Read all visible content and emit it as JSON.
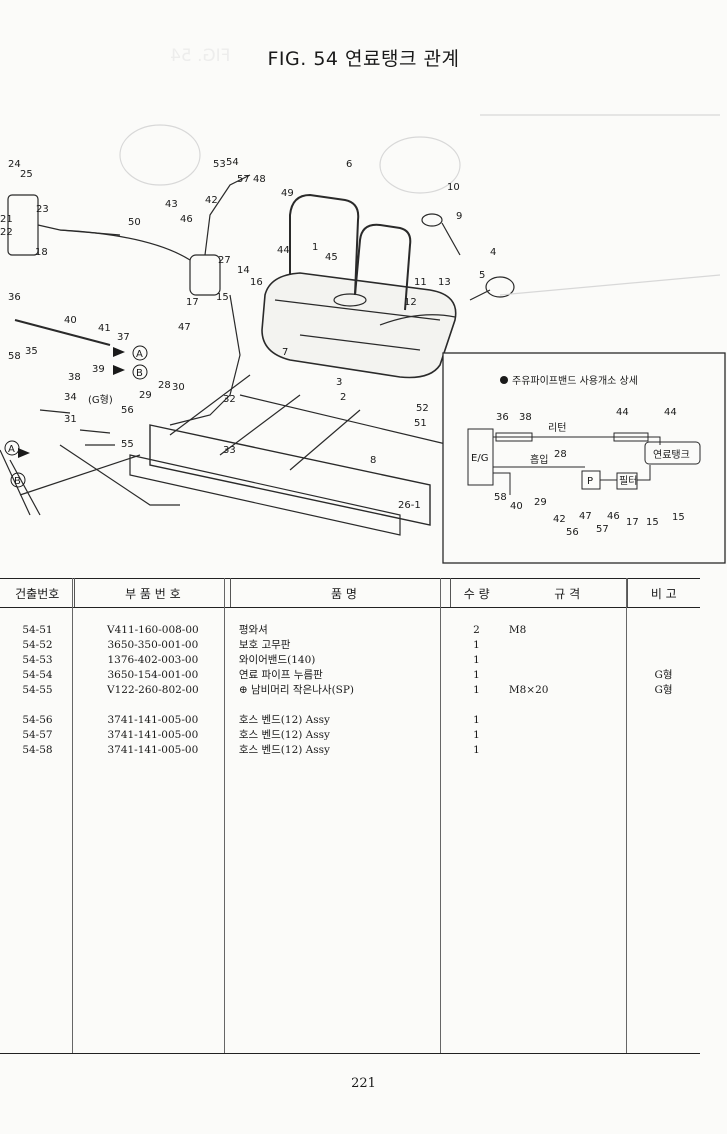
{
  "figure": {
    "title": "FIG. 54 연료탱크 관계"
  },
  "diagram": {
    "callouts": [
      "1",
      "2",
      "3",
      "4",
      "5",
      "6",
      "7",
      "8",
      "9",
      "10",
      "11",
      "12",
      "13",
      "14",
      "15",
      "16",
      "17",
      "18",
      "21",
      "22",
      "23",
      "24",
      "25",
      "26-1",
      "27",
      "28",
      "29",
      "30",
      "31",
      "32",
      "33",
      "34",
      "35",
      "36",
      "37",
      "38",
      "39",
      "40",
      "41",
      "42",
      "43",
      "44",
      "45",
      "46",
      "47",
      "48",
      "49",
      "50",
      "51",
      "52",
      "53",
      "54",
      "55",
      "56",
      "57",
      "58"
    ],
    "markers": [
      "A",
      "B"
    ],
    "g_type_label": "(G형)",
    "inset": {
      "title": "주유파이프밴드 사용개소 상세",
      "engine_label": "E/G",
      "return_label": "리턴",
      "suction_label": "흡입",
      "tank_label": "연료탱크",
      "pump_label": "P",
      "filter_label": "필터",
      "numbers": [
        "36",
        "38",
        "44",
        "44",
        "28",
        "58",
        "40",
        "29",
        "42",
        "56",
        "47",
        "57",
        "46",
        "17",
        "15",
        "15"
      ]
    }
  },
  "table": {
    "headers": [
      "건출번호",
      "부 품 번 호",
      "품          명",
      "수 량",
      "규          격",
      "비 고"
    ],
    "rows": [
      {
        "no": "54-51",
        "part": "V411-160-008-00",
        "name": "평와셔",
        "qty": "2",
        "spec": "M8",
        "note": ""
      },
      {
        "no": "54-52",
        "part": "3650-350-001-00",
        "name": "보호 고무판",
        "qty": "1",
        "spec": "",
        "note": ""
      },
      {
        "no": "54-53",
        "part": "1376-402-003-00",
        "name": "와이어밴드(140)",
        "qty": "1",
        "spec": "",
        "note": ""
      },
      {
        "no": "54-54",
        "part": "3650-154-001-00",
        "name": "연료 파이프 누름판",
        "qty": "1",
        "spec": "",
        "note": "G형"
      },
      {
        "no": "54-55",
        "part": "V122-260-802-00",
        "name": "⊕ 남비머리 작은나사(SP)",
        "qty": "1",
        "spec": "M8×20",
        "note": "G형"
      },
      {
        "no": "54-56",
        "part": "3741-141-005-00",
        "name": "호스 벤드(12) Assy",
        "qty": "1",
        "spec": "",
        "note": ""
      },
      {
        "no": "54-57",
        "part": "3741-141-005-00",
        "name": "호스 벤드(12) Assy",
        "qty": "1",
        "spec": "",
        "note": ""
      },
      {
        "no": "54-58",
        "part": "3741-141-005-00",
        "name": "호스 벤드(12) Assy",
        "qty": "1",
        "spec": "",
        "note": ""
      }
    ]
  },
  "page_number": "221"
}
